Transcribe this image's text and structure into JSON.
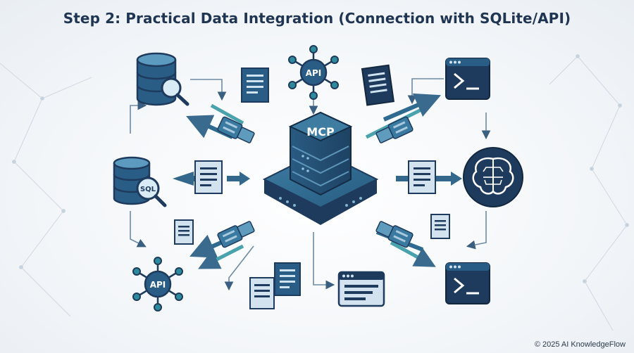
{
  "title": "Step 2: Practical Data Integration (Connection with SQLite/API)",
  "hub_label": "MCP",
  "api_top_label": "API",
  "api_bottom_label": "API",
  "sql_label": "SQL",
  "footer": "© 2025 AI KnowledgeFlow",
  "colors": {
    "navy": "#1e3a5c",
    "teal": "#2e8b9b",
    "steel": "#4a7ba0",
    "light": "#dce8f2",
    "arrow": "#3a7196"
  },
  "icons": [
    "database-search-icon",
    "database-sql-icon",
    "api-network-icon",
    "terminal-icon",
    "brain-chip-icon",
    "document-icon",
    "connector-icon",
    "browser-window-icon"
  ]
}
